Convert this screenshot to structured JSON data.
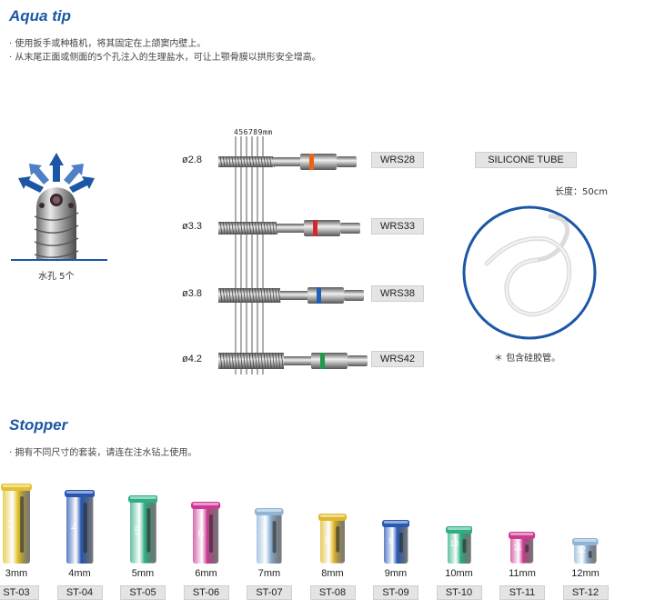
{
  "aqua_tip": {
    "title": "Aqua tip",
    "bullets": [
      "使用扳手或种植机，将其固定在上颌窦内壁上。",
      "从末尾正面或侧面的5个孔注入的生理盐水，可让上颚骨膜以拱形安全增高。"
    ],
    "hole_caption": "水孔  5个",
    "scale_label": "456789mm",
    "drills": [
      {
        "diameter": "ø2.8",
        "code": "WRS28",
        "ring_color": "#e8641e"
      },
      {
        "diameter": "ø3.3",
        "code": "WRS33",
        "ring_color": "#d9262b"
      },
      {
        "diameter": "ø3.8",
        "code": "WRS38",
        "ring_color": "#1f5fb5"
      },
      {
        "diameter": "ø4.2",
        "code": "WRS42",
        "ring_color": "#1e9a4a"
      }
    ],
    "tube": {
      "label": "SILICONE TUBE",
      "length": "长度：50cm",
      "note": "＊ 包含硅胶管。"
    }
  },
  "stopper": {
    "title": "Stopper",
    "bullet": "拥有不同尺寸的套装，请连在注水钻上使用。",
    "items": [
      {
        "size": "3mm",
        "code": "ST-03",
        "color": "#e3c12b",
        "number": "3"
      },
      {
        "size": "4mm",
        "code": "ST-04",
        "color": "#2656b0",
        "number": "4"
      },
      {
        "size": "5mm",
        "code": "ST-05",
        "color": "#2fae86",
        "number": "5"
      },
      {
        "size": "6mm",
        "code": "ST-06",
        "color": "#cc3a93",
        "number": "6"
      },
      {
        "size": "7mm",
        "code": "ST-07",
        "color": "#8fb4d6",
        "number": "7"
      },
      {
        "size": "8mm",
        "code": "ST-08",
        "color": "#dfb82a",
        "number": "8"
      },
      {
        "size": "9mm",
        "code": "ST-09",
        "color": "#2659b3",
        "number": "9"
      },
      {
        "size": "10mm",
        "code": "ST-10",
        "color": "#2eae84",
        "number": "10"
      },
      {
        "size": "11mm",
        "code": "ST-11",
        "color": "#cc3a93",
        "number": "11"
      },
      {
        "size": "12mm",
        "code": "ST-12",
        "color": "#8fb4d6",
        "number": "12"
      }
    ]
  }
}
